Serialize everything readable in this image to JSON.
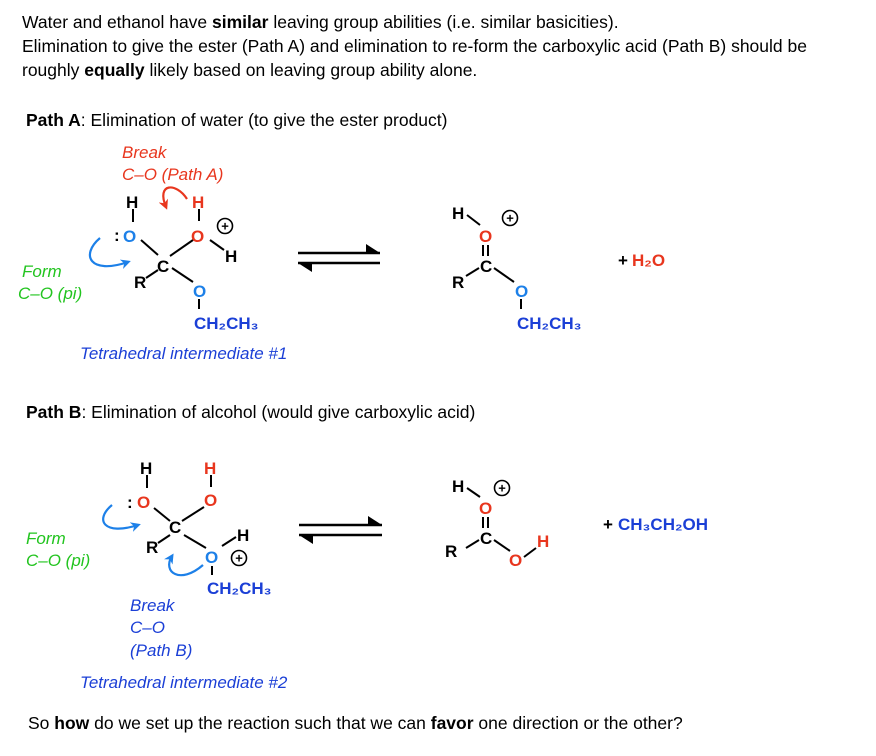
{
  "intro": {
    "p1_a": "Water and ethanol have ",
    "p1_b": "similar",
    "p1_c": " leaving group abilities (i.e. similar basicities).",
    "p2_a": "Elimination to give the ester (Path A) and elimination to re-form the carboxylic acid (Path B) should be roughly ",
    "p2_b": "equally",
    "p2_c": " likely based on leaving group ability alone."
  },
  "path_a": {
    "heading_bold": "Path A",
    "heading_rest": ": Elimination of water (to give the ester product)",
    "break_line1": "Break",
    "break_line2": "C–O (Path A)",
    "form_line1": "Form",
    "form_line2": "C–O (pi)",
    "intermediate_label": "Tetrahedral intermediate #1",
    "byproduct_prefix": "+ ",
    "byproduct": "H₂O"
  },
  "path_b": {
    "heading_bold": "Path B",
    "heading_rest": ": Elimination of alcohol (would give carboxylic acid)",
    "break_line1": "Break",
    "break_line2": "C–O",
    "break_line3": "(Path B)",
    "form_line1": "Form",
    "form_line2": "C–O (pi)",
    "intermediate_label": "Tetrahedral intermediate #2",
    "byproduct_prefix": "+ ",
    "byproduct": "CH₃CH₂OH"
  },
  "atoms": {
    "H": "H",
    "O": "O",
    "C": "C",
    "R": "R",
    "lone_pair": ":",
    "plus": "+",
    "ethyl": "CH₂CH₃"
  },
  "closing": {
    "a": "So ",
    "b": "how",
    "c": " do we set up the reaction such that we can ",
    "d": "favor",
    "e": " one direction or the other?"
  },
  "colors": {
    "red": "#e8361e",
    "blue": "#1d80e8",
    "dark_blue": "#1b3fd6",
    "green": "#22c41f"
  }
}
